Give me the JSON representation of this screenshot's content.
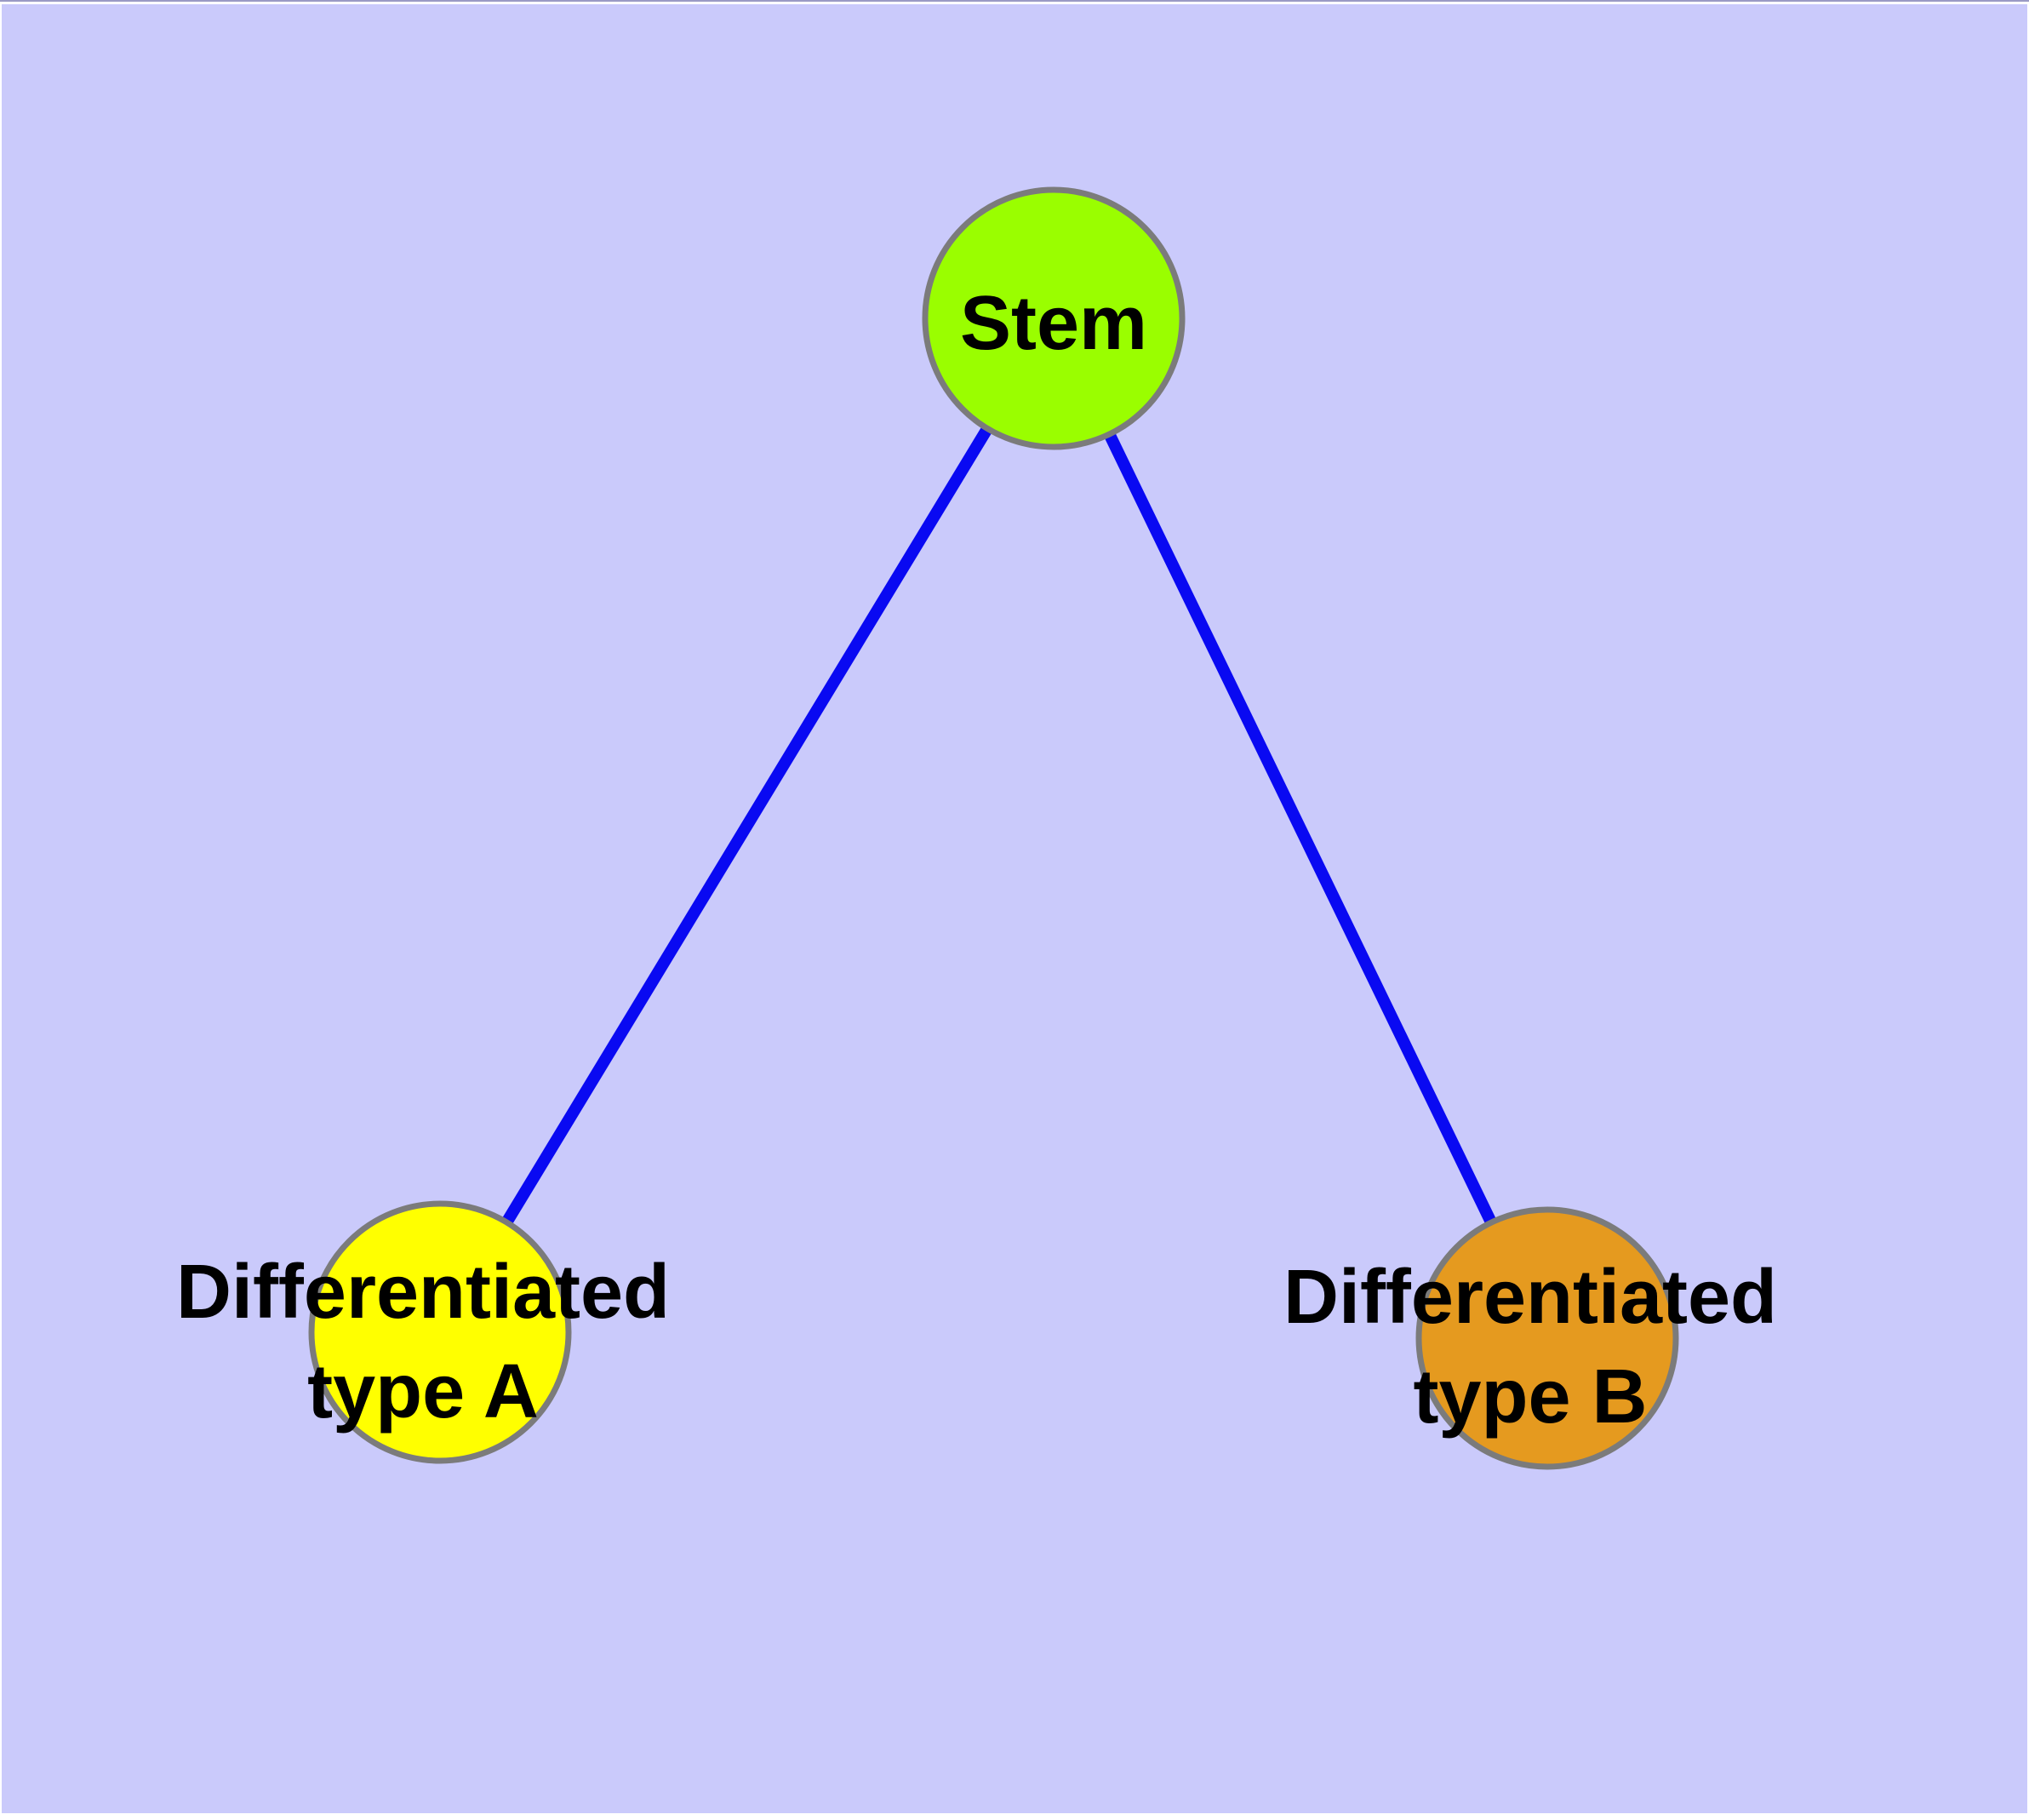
{
  "canvas": {
    "background_color": "#cacafb",
    "frame_color": "#ffffff",
    "top_edge_line_color": "#9a9ac4"
  },
  "nodes": [
    {
      "id": "stem",
      "label": "Stem",
      "fill_color": "#9afe00",
      "border_color": "#7b7b7b"
    },
    {
      "id": "differentiated-type-a",
      "label_line1": "Differentiated",
      "label_line2": "type A",
      "fill_color": "#ffff00",
      "border_color": "#7b7b7b"
    },
    {
      "id": "differentiated-type-b",
      "label_line1": "Differentiated",
      "label_line2": "type B",
      "fill_color": "#e59a1f",
      "border_color": "#7b7b7b"
    }
  ],
  "edges": {
    "color": "#0909f2",
    "items": [
      {
        "from": "Stem",
        "to": "Differentiated type A"
      },
      {
        "from": "Stem",
        "to": "Differentiated type B"
      }
    ]
  }
}
